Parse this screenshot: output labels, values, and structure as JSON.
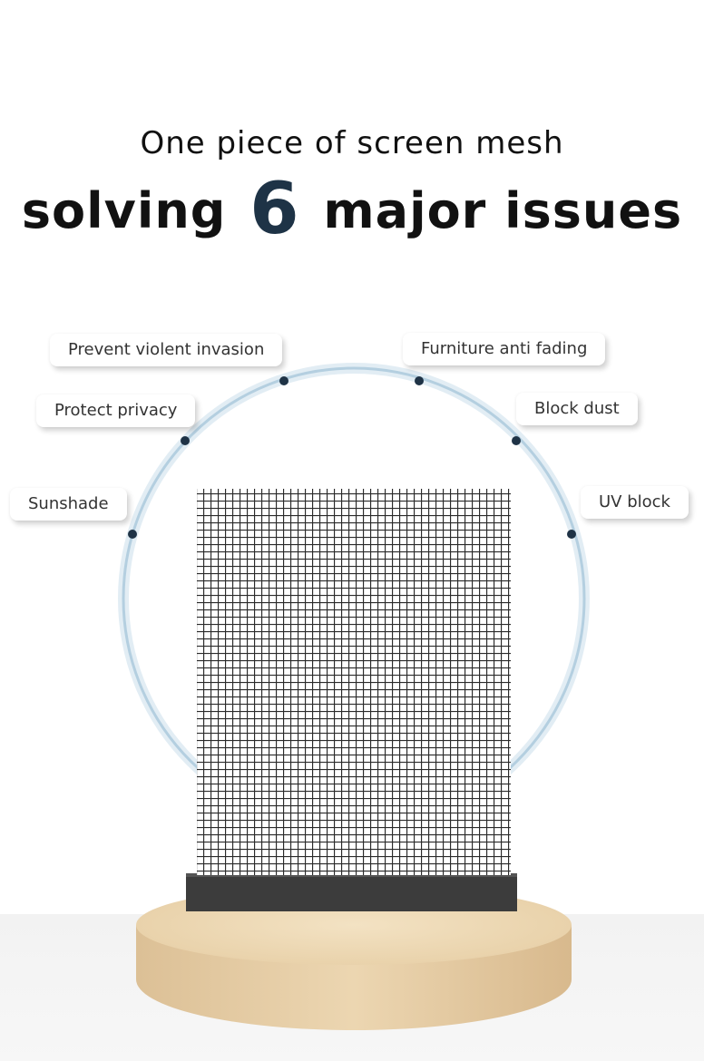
{
  "headline": {
    "line1": "One piece of screen mesh",
    "line2_prefix": "solving",
    "line2_number": "6",
    "line2_suffix": "major issues"
  },
  "features": [
    {
      "label": "Prevent violent invasion",
      "icon": "dot"
    },
    {
      "label": "Protect privacy",
      "icon": "dot"
    },
    {
      "label": "Sunshade",
      "icon": "dot"
    },
    {
      "label": "Furniture anti fading",
      "icon": "dot"
    },
    {
      "label": "Block dust",
      "icon": "dot"
    },
    {
      "label": "UV block",
      "icon": "dot"
    }
  ],
  "colors": {
    "accent": "#1e3346",
    "dot": "#1f3346",
    "arc": "#b9d3e3",
    "base": "#e4c9a0",
    "mesh_frame": "#3c3c3c"
  }
}
